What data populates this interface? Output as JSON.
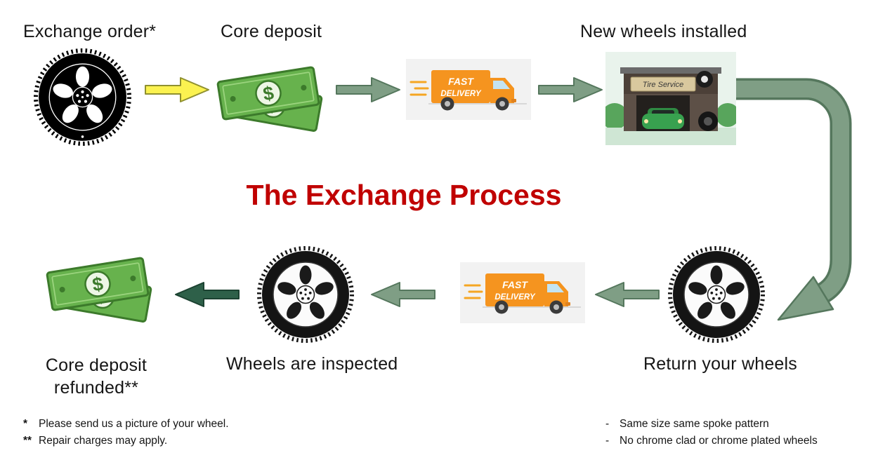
{
  "title": "The Exchange Process",
  "steps": {
    "exchange_order": "Exchange order*",
    "core_deposit": "Core deposit",
    "new_wheels_installed": "New wheels installed",
    "return_your_wheels": "Return your wheels",
    "wheels_are_inspected": "Wheels are inspected",
    "core_deposit_refunded": "Core deposit refunded**"
  },
  "truck": {
    "line1": "FAST",
    "line2": "DELIVERY"
  },
  "shop": {
    "sign": "Tire Service"
  },
  "money": {
    "symbol": "$"
  },
  "footnotes": {
    "left": [
      {
        "marker": "*",
        "text": "Please send us a picture of your wheel."
      },
      {
        "marker": "**",
        "text": "Repair charges may apply."
      }
    ],
    "right": [
      {
        "marker": "-",
        "text": "Same size same spoke pattern"
      },
      {
        "marker": "-",
        "text": "No chrome clad or chrome plated wheels"
      }
    ]
  },
  "colors": {
    "title": "#C00000",
    "arrow_yellow": "#FBF250",
    "arrow_yellow_edge": "#8F9030",
    "arrow_sage": "#7F9E85",
    "arrow_sage_edge": "#55775D",
    "arrow_dark": "#2E6049",
    "arrow_dark_edge": "#1C4231",
    "money_green": "#67B24D",
    "money_dark": "#3C7A2B",
    "truck_orange": "#F5941F"
  }
}
